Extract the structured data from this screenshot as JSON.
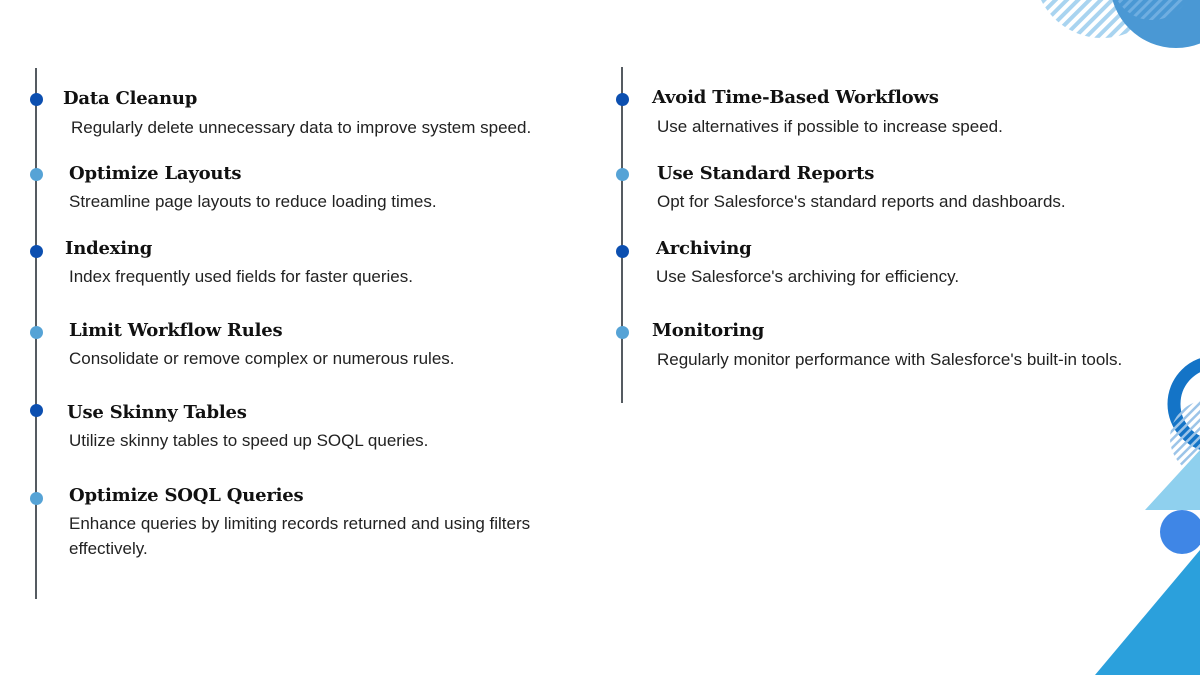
{
  "colors": {
    "line": "#555b61",
    "dot_dark": "#0c4fb0",
    "dot_light": "#56a3d6",
    "title": "#111111",
    "text": "#222222",
    "accent_blue": "#4a98d4",
    "accent_light": "#a9d4f0",
    "accent_mid": "#2ba0dc",
    "accent_ring": "#1474c7",
    "accent_circle": "#3f86e6"
  },
  "left_column": {
    "items": [
      {
        "title": "Data Cleanup",
        "description": "Regularly delete unnecessary data to improve system speed.",
        "dot": "dark"
      },
      {
        "title": "Optimize Layouts",
        "description": "Streamline page layouts to reduce loading times.",
        "dot": "light"
      },
      {
        "title": "Indexing",
        "description": "Index frequently used fields for faster queries.",
        "dot": "dark"
      },
      {
        "title": "Limit Workflow Rules",
        "description": "Consolidate or remove complex or numerous rules.",
        "dot": "light"
      },
      {
        "title": "Use Skinny Tables",
        "description": "Utilize skinny tables to speed up SOQL queries.",
        "dot": "dark"
      },
      {
        "title": "Optimize SOQL Queries",
        "description": "Enhance queries by limiting records returned and using filters effectively.",
        "dot": "light"
      }
    ]
  },
  "right_column": {
    "items": [
      {
        "title": "Avoid Time-Based Workflows",
        "description": "Use alternatives if possible to increase speed.",
        "dot": "dark"
      },
      {
        "title": "Use Standard Reports",
        "description": "Opt for Salesforce's standard reports and dashboards.",
        "dot": "light"
      },
      {
        "title": "Archiving",
        "description": "Use Salesforce's archiving for efficiency.",
        "dot": "dark"
      },
      {
        "title": "Monitoring",
        "description": "Regularly monitor performance with Salesforce's built-in tools.",
        "dot": "light"
      }
    ]
  }
}
